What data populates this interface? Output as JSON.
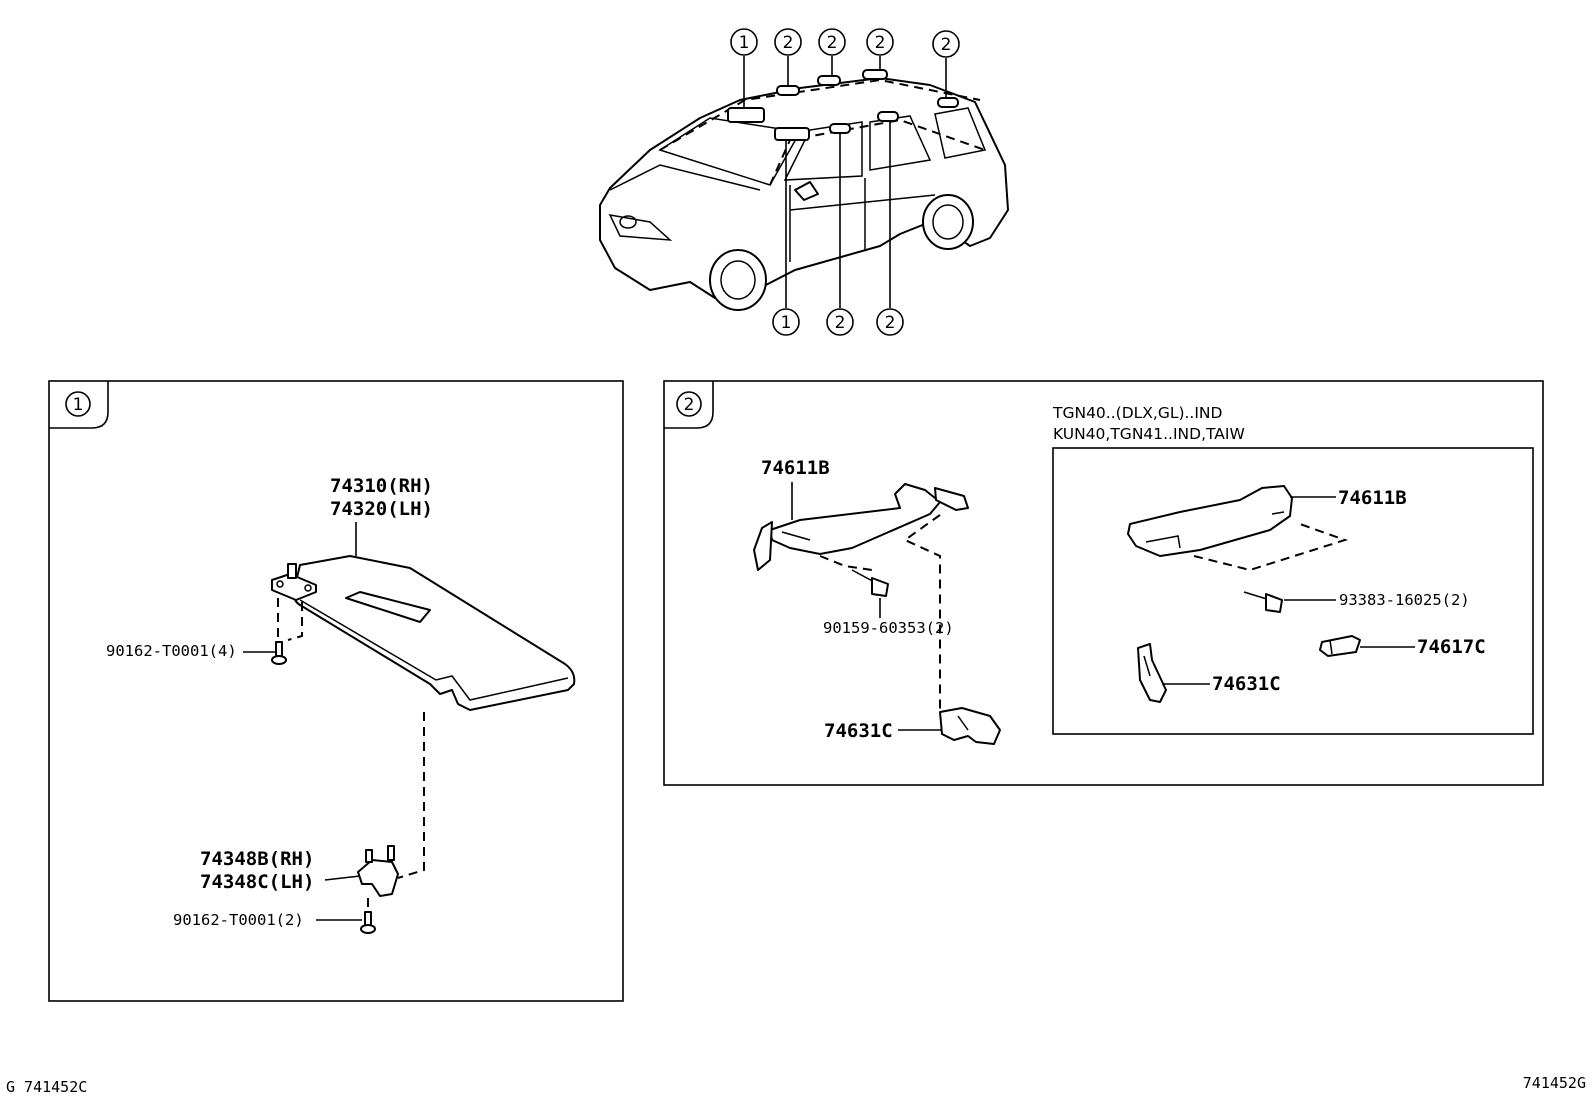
{
  "callouts": {
    "one": "1",
    "two": "2"
  },
  "panel_left": {
    "badge": "1",
    "visor_label_1": "74310(RH)",
    "visor_label_2": "74320(LH)",
    "screw_top_label": "90162-T0001(4)",
    "holder_label_1": "74348B(RH)",
    "holder_label_2": "74348C(LH)",
    "screw_bottom_label": "90162-T0001(2)"
  },
  "panel_right": {
    "badge": "2",
    "grip_label": "74611B",
    "bolt_label": "90159-60353(2)",
    "clip_label": "74631C",
    "condition_line_1": "TGN40..(DLX,GL)..IND",
    "condition_line_2": "KUN40,TGN41..IND,TAIW",
    "inset": {
      "grip_label": "74611B",
      "bolt_label": "93383-16025(2)",
      "cover_label": "74617C",
      "clip_label": "74631C"
    }
  },
  "footer": {
    "left_code": "G 741452C",
    "right_code": "741452G"
  }
}
